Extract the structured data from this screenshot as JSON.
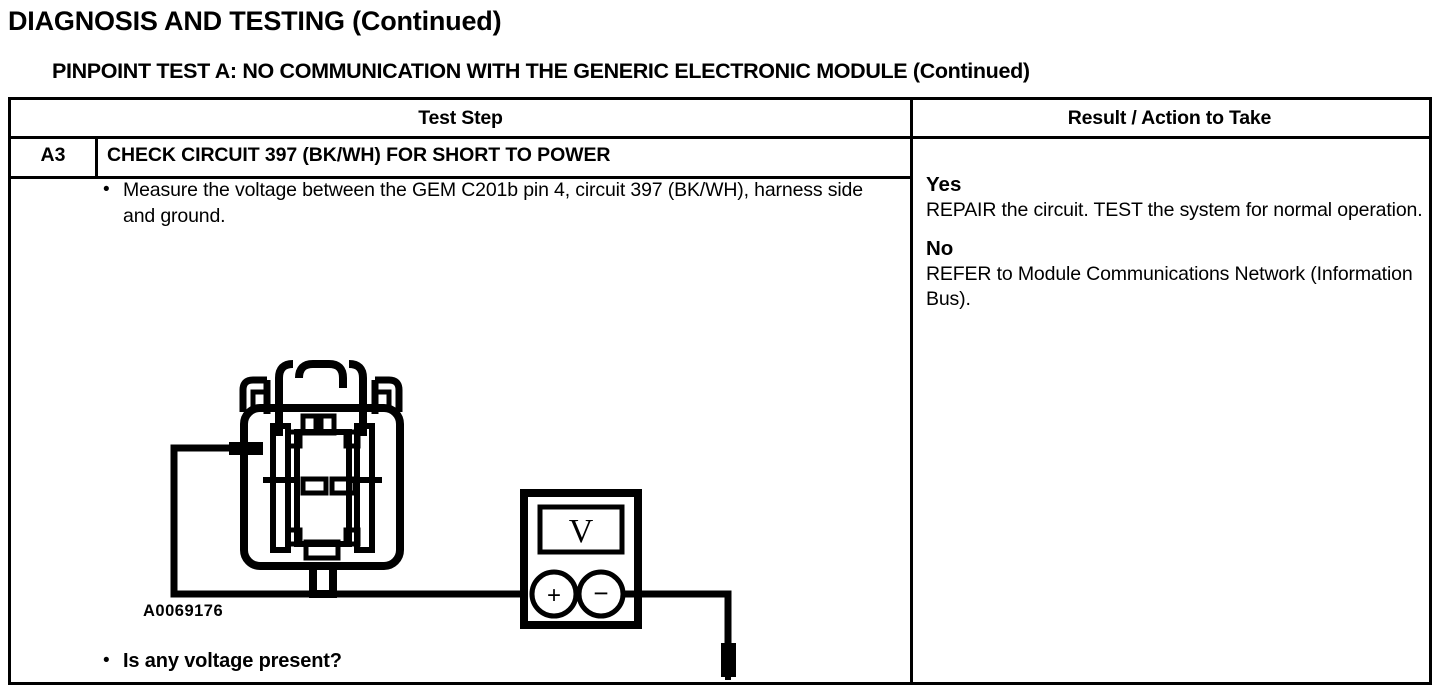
{
  "page": {
    "title": "DIAGNOSIS AND TESTING (Continued)",
    "subtitle": "PINPOINT TEST  A: NO COMMUNICATION WITH THE GENERIC ELECTRONIC MODULE (Continued)"
  },
  "table": {
    "headers": {
      "test_step": "Test Step",
      "result_action": "Result / Action to Take"
    },
    "step": {
      "code": "A3",
      "title": "CHECK CIRCUIT 397 (BK/WH) FOR SHORT TO POWER",
      "bullet": "•",
      "instruction": "Measure the voltage between the GEM C201b pin 4, circuit 397 (BK/WH), harness side and ground.",
      "question": "Is any voltage present?",
      "figure_id": "A0069176"
    },
    "results": [
      {
        "label": "Yes",
        "text": "REPAIR the circuit. TEST the system for normal operation."
      },
      {
        "label": "No",
        "text": "REFER to Module Communications Network (Information Bus)."
      }
    ]
  },
  "diagram": {
    "meter_display": "V",
    "positive_terminal": "+",
    "negative_terminal": "−"
  },
  "colors": {
    "ink": "#000000",
    "paper": "#ffffff"
  }
}
